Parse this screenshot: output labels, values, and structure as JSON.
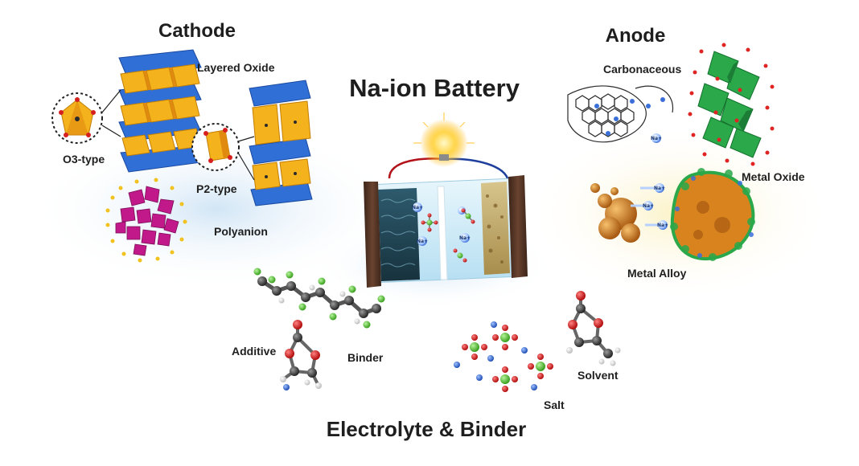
{
  "title": "Na-ion Battery",
  "sections": {
    "cathode": "Cathode",
    "anode": "Anode",
    "electrolyte_binder": "Electrolyte & Binder"
  },
  "cathode_labels": {
    "layered_oxide": "Layered Oxide",
    "o3_type": "O3-type",
    "p2_type": "P2-type",
    "polyanion": "Polyanion"
  },
  "anode_labels": {
    "carbonaceous": "Carbonaceous",
    "metal_oxide": "Metal Oxide",
    "metal_alloy": "Metal Alloy"
  },
  "electrolyte_labels": {
    "additive": "Additive",
    "binder": "Binder",
    "salt": "Salt",
    "solvent": "Solvent"
  },
  "ion_label": "Na+",
  "colors": {
    "octahedra_blue": "#2f6fd6",
    "octahedra_yellow": "#f4b21c",
    "polyanion_magenta": "#c2198a",
    "metal_oxide_green": "#2aa84a",
    "alloy_orange": "#d9831f",
    "carbon_dark": "#2a2a2a",
    "fluorine_green": "#5cd13a",
    "oxygen_red": "#d62020",
    "sodium_blue": "#3a6fd9"
  }
}
